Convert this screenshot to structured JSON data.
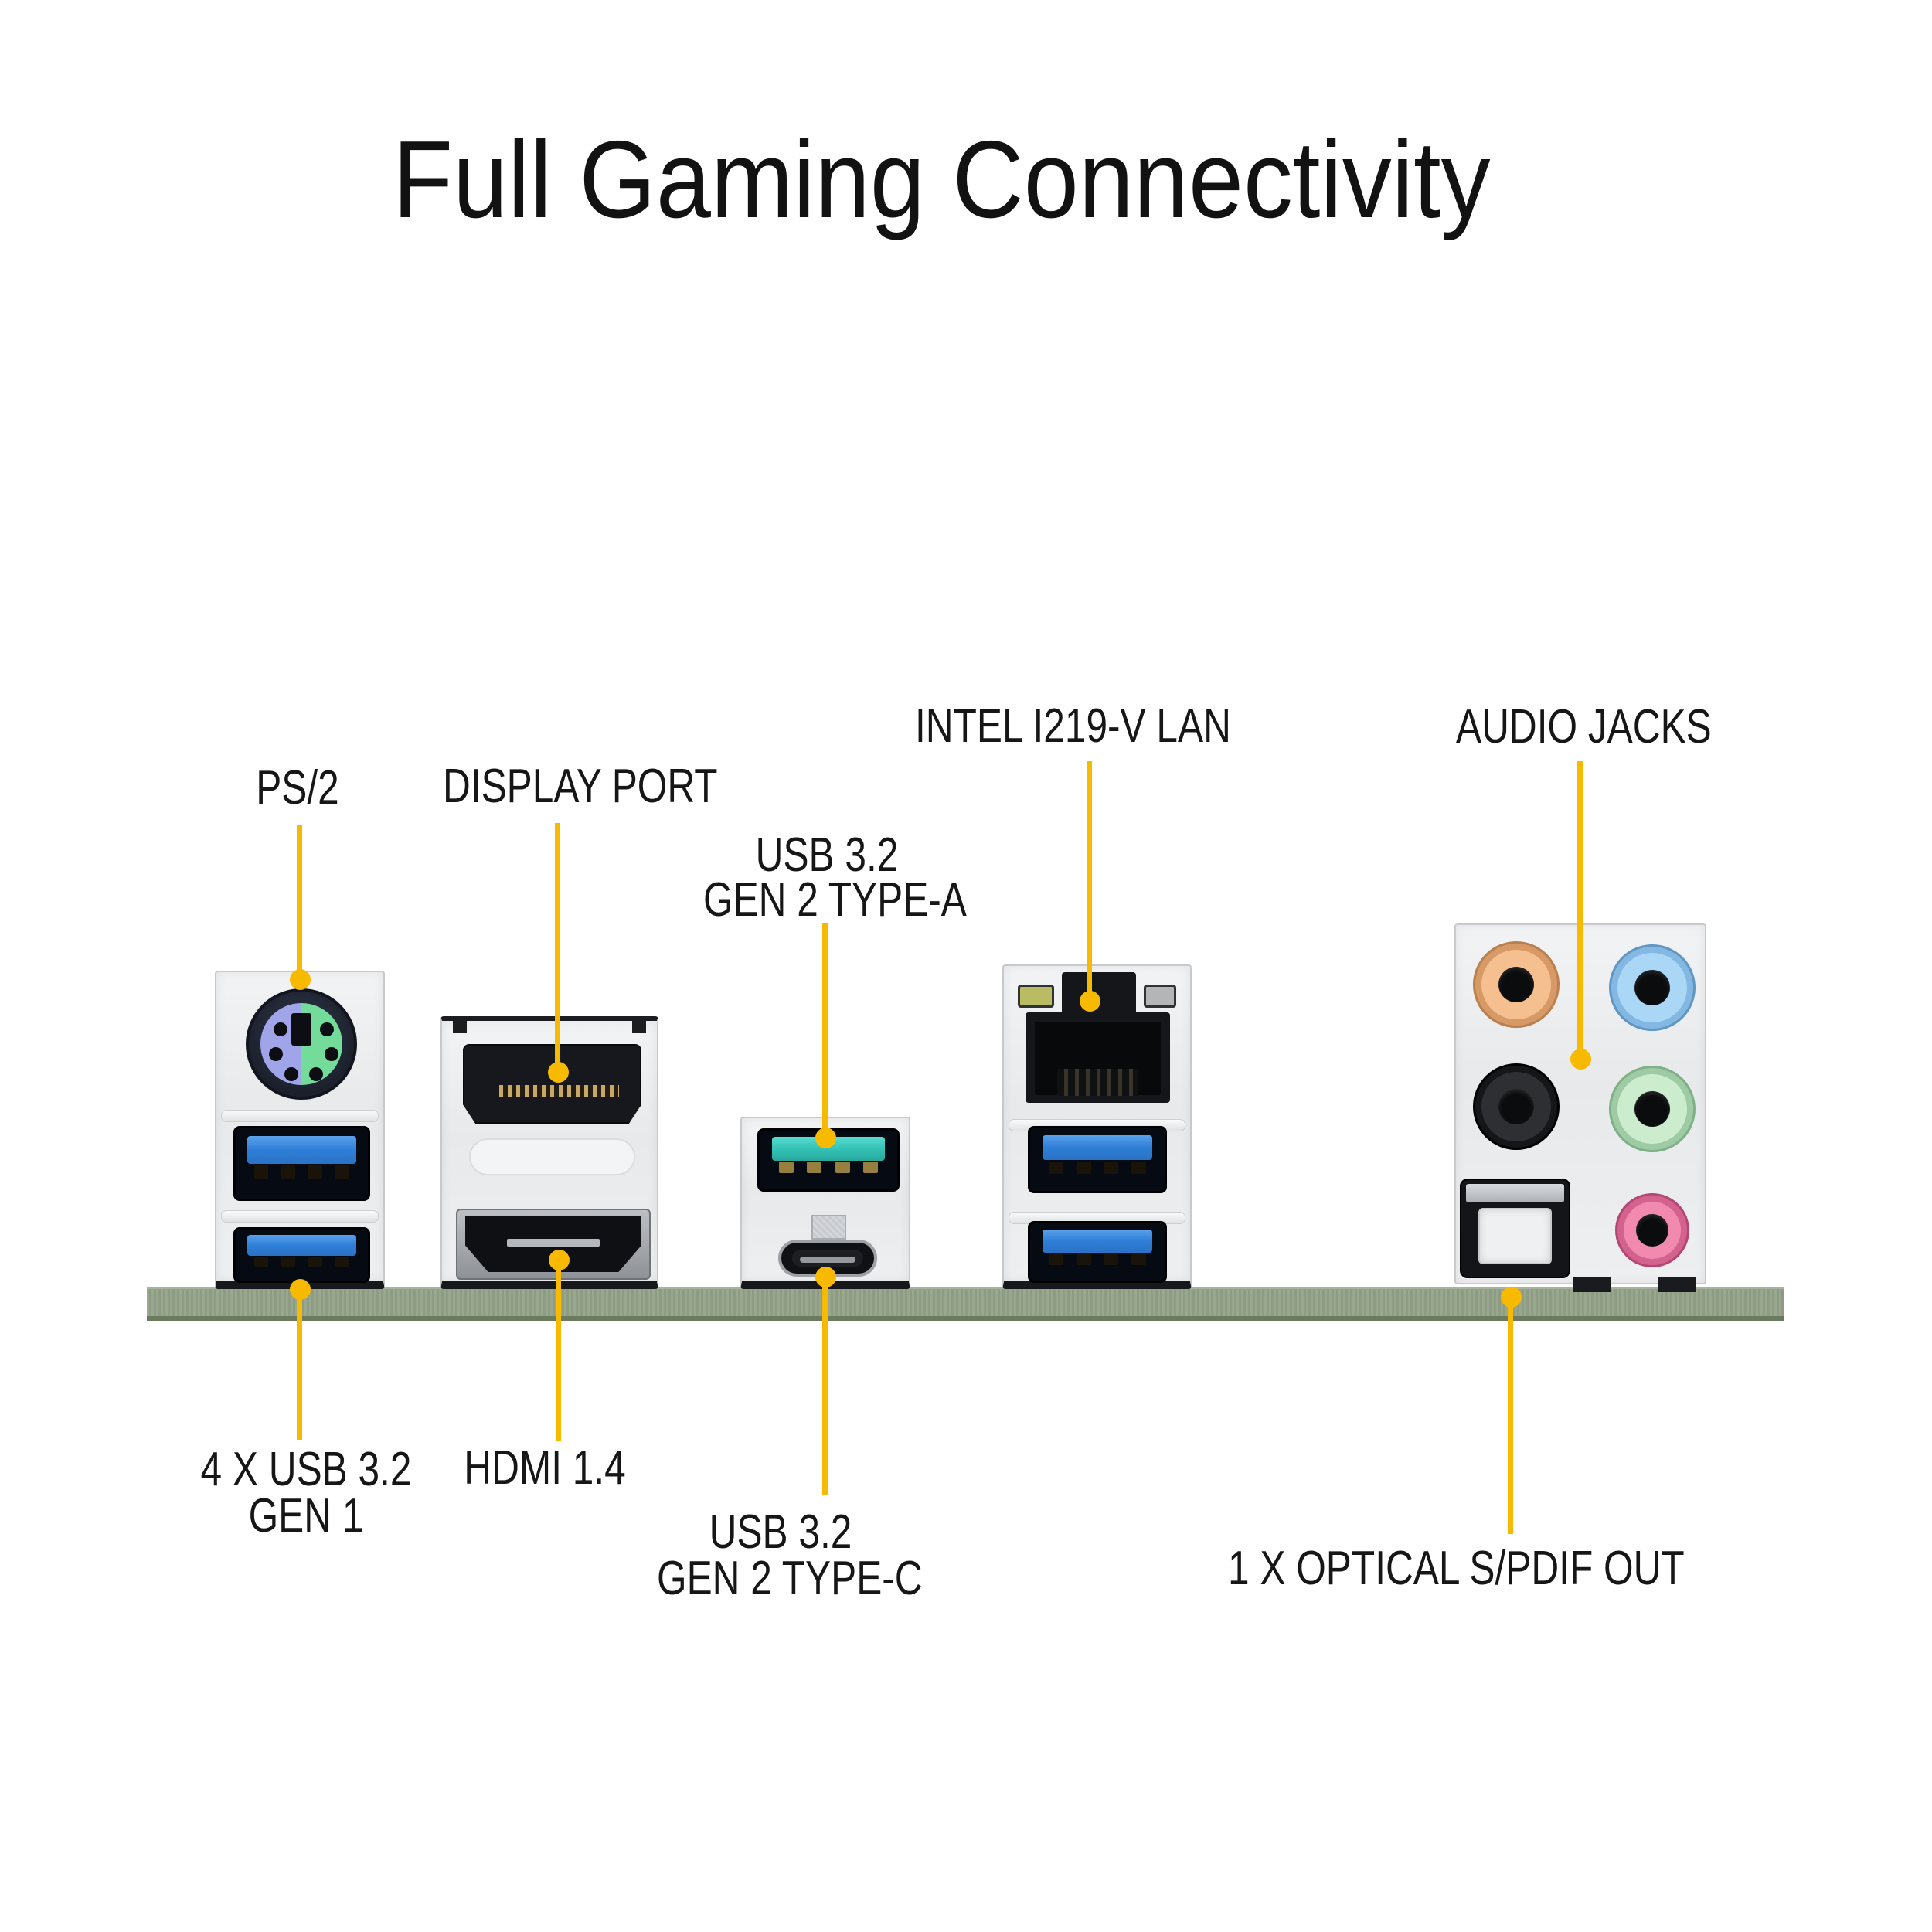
{
  "title": "Full Gaming Connectivity",
  "accent_color": "#F7BA00",
  "pcb_color": "#93A287",
  "callouts": {
    "ps2": {
      "label": "PS/2"
    },
    "display_port": {
      "label": "DISPLAY PORT"
    },
    "usb_type_a": {
      "line1": "USB 3.2",
      "line2": "GEN 2 TYPE-A"
    },
    "lan": {
      "label": "INTEL I219-V LAN"
    },
    "audio": {
      "label": "AUDIO JACKS"
    },
    "usb_gen1": {
      "line1": "4 X USB 3.2",
      "line2": "GEN 1"
    },
    "hdmi": {
      "label": "HDMI 1.4"
    },
    "usb_type_c": {
      "line1": "USB 3.2",
      "line2": "GEN 2 TYPE-C"
    },
    "spdif": {
      "label": "1 X OPTICAL S/PDIF OUT"
    }
  },
  "port_colors": {
    "usb_3_2_gen1_blue": "#2E7FD8",
    "usb_3_2_gen2_teal": "#35C2B7",
    "ps2_purple_half": "#A0A5EA",
    "ps2_green_half": "#73DC9B",
    "audio_jack_orange": "#F6BF90",
    "audio_jack_light_blue": "#A9D7F5",
    "audio_jack_black": "#2E2F33",
    "audio_jack_light_green": "#CBEDCD",
    "audio_jack_pink": "#F289AF",
    "lan_led_left": "#B9BC62",
    "lan_led_right": "#B4B5B7"
  }
}
